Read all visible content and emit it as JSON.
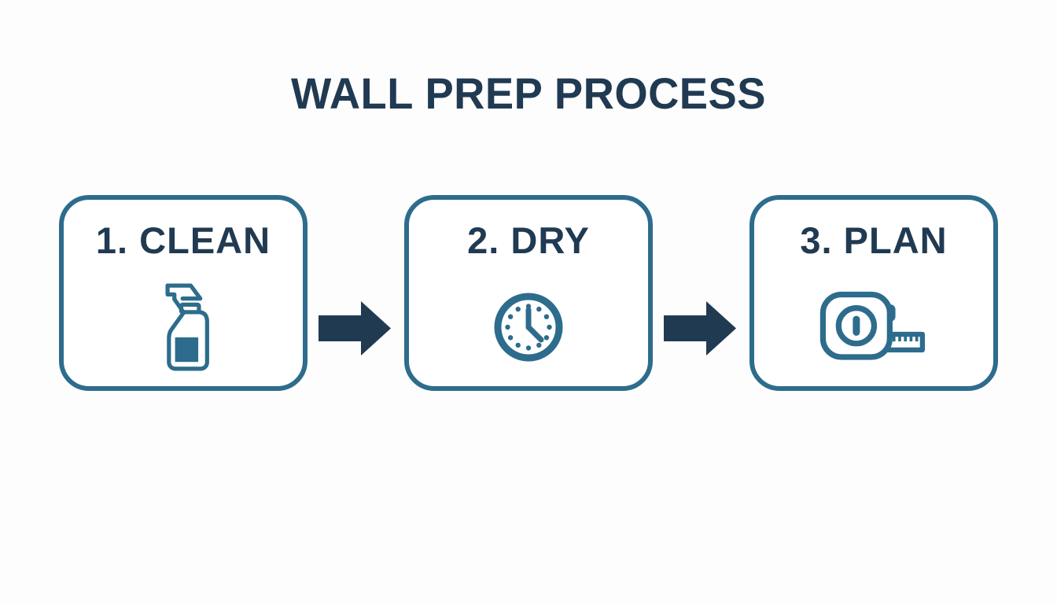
{
  "title": "WALL PREP PROCESS",
  "colors": {
    "navy": "#203a52",
    "teal": "#2d6c8c",
    "bg": "#fdfdfd"
  },
  "steps": [
    {
      "label": "1. CLEAN",
      "icon": "spray-bottle-icon"
    },
    {
      "label": "2. DRY",
      "icon": "clock-icon"
    },
    {
      "label": "3. PLAN",
      "icon": "tape-measure-icon"
    }
  ],
  "connectors": [
    {
      "icon": "arrow-right-icon"
    },
    {
      "icon": "arrow-right-icon"
    }
  ]
}
